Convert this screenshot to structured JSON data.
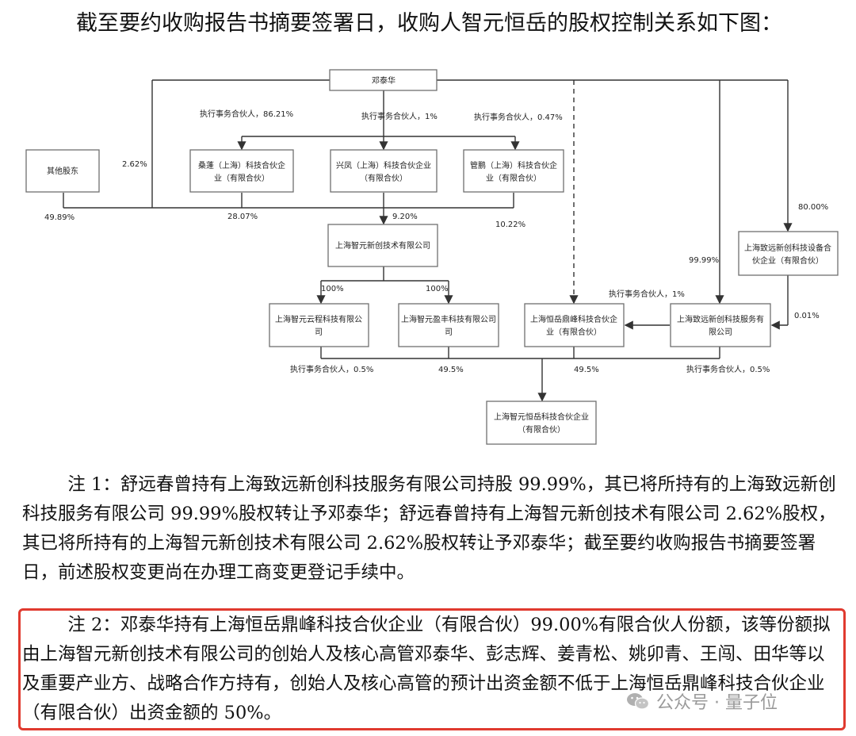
{
  "heading": "截至要约收购报告书摘要签署日，收购人智元恒岳的股权控制关系如下图：",
  "diagram": {
    "nodes": {
      "deng": "邓泰华",
      "others": "其他股东",
      "sangpeng_1": "桑蓬（上海）科技合伙企",
      "sangpeng_2": "业（有限合伙）",
      "xingfeng_1": "兴凤（上海）科技合伙企业",
      "xingfeng_2": "（有限合伙）",
      "guanpeng_1": "管鹏（上海）科技合伙企",
      "guanpeng_2": "业（有限合伙）",
      "zhiyuan_xinchuang": "上海智元新创技术有限公司",
      "zhizhi_1": "上海致远新创科技设备合",
      "zhizhi_2": "伙企业（有限合伙）",
      "yuncheng_1": "上海智元云程科技有限公",
      "yuncheng_2": "司",
      "yingfeng_1": "上海智元盈丰科技有限公司",
      "yingfeng_2": "司",
      "dingfeng_1": "上海恒岳鼎峰科技合伙企",
      "dingfeng_2": "业（有限合伙）",
      "zhiyuan_service_1": "上海致远新创科技服务有",
      "zhiyuan_service_2": "限公司",
      "target_1": "上海智元恒岳科技合伙企业",
      "target_2": "（有限合伙）"
    },
    "labels": {
      "gp_86": "执行事务合伙人，86.21%",
      "gp_1": "执行事务合伙人，1%",
      "gp_047": "执行事务合伙人，0.47%",
      "p_262": "2.62%",
      "p_4989": "49.89%",
      "p_2807": "28.07%",
      "p_920": "9.20%",
      "p_1022": "10.22%",
      "p_8000": "80.00%",
      "p_9999": "99.99%",
      "gp_1_b": "执行事务合伙人，1%",
      "p_001": "0.01%",
      "p_100_a": "100%",
      "p_100_b": "100%",
      "gp_05_a": "执行事务合伙人，0.5%",
      "p_495_a": "49.5%",
      "p_495_b": "49.5%",
      "gp_05_b": "执行事务合伙人，0.5%"
    }
  },
  "note1": "注 1：舒远春曾持有上海致远新创科技服务有限公司持股 99.99%，其已将所持有的上海致远新创科技服务有限公司 99.99%股权转让予邓泰华；舒远春曾持有上海智元新创技术有限公司 2.62%股权，其已将所持有的上海智元新创技术有限公司 2.62%股权转让予邓泰华；截至要约收购报告书摘要签署日，前述股权变更尚在办理工商变更登记手续中。",
  "note2": "注 2：邓泰华持有上海恒岳鼎峰科技合伙企业（有限合伙）99.00%有限合伙人份额，该等份额拟由上海智元新创技术有限公司的创始人及核心高管邓泰华、彭志辉、姜青松、姚卯青、王闯、田华等以及重要产业方、战略合作方持有，创始人及核心高管的预计出资金额不低于上海恒岳鼎峰科技合伙企业（有限合伙）出资金额的 50%。",
  "watermark": "公众号 · 量子位",
  "colors": {
    "highlight_border": "#e03a2f",
    "watermark": "#9a9a9a"
  }
}
